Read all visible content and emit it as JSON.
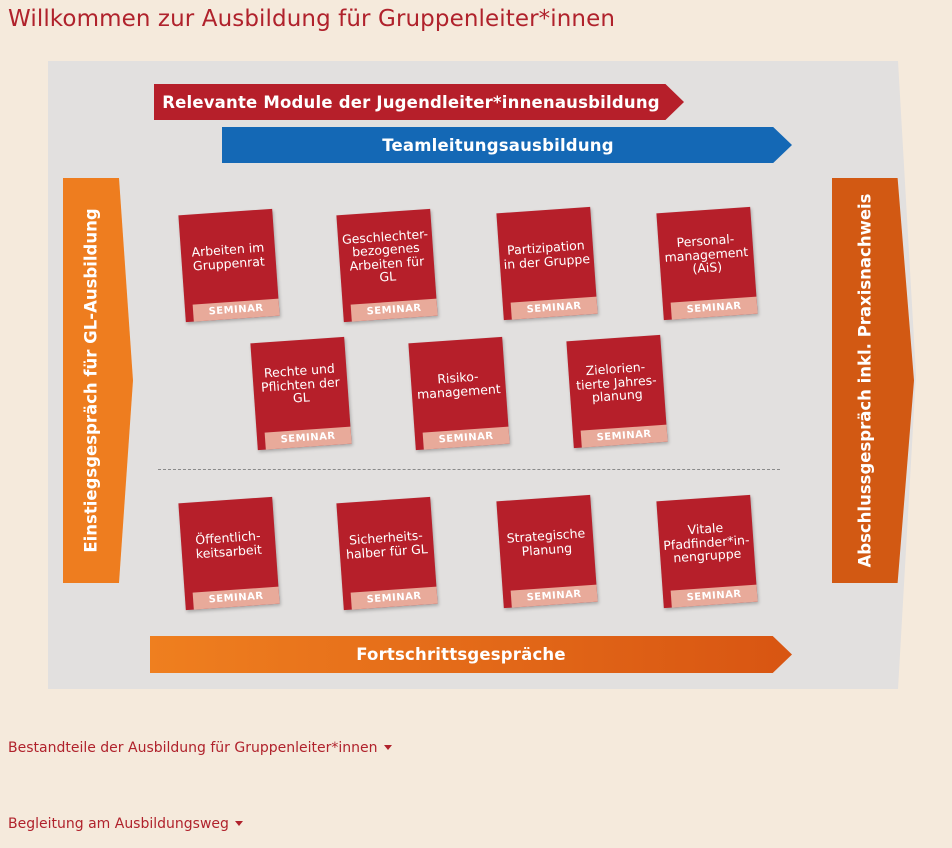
{
  "page": {
    "title": "Willkommen zur Ausbildung für Gruppenleiter*innen"
  },
  "diagram": {
    "bar_jugendleiter": "Relevante Module der Jugendleiter*innenausbildung",
    "bar_teamleitung": "Teamleitungsausbildung",
    "bar_einstieg": "Einstiegsgespräch für GL-Ausbildung",
    "bar_abschluss": "Abschlussgespräch inkl. Praxisnachweis",
    "bar_fortschritt": "Fortschrittsgespräche",
    "modules": [
      {
        "label": "Arbeiten im\nGruppenrat",
        "tag": "SEMINAR"
      },
      {
        "label": "Geschlechter-\nbezogenes\nArbeiten für\nGL",
        "tag": "SEMINAR"
      },
      {
        "label": "Partizipation\nin der Gruppe",
        "tag": "SEMINAR"
      },
      {
        "label": "Personal-\nmanagement\n(AiS)",
        "tag": "SEMINAR"
      },
      {
        "label": "Rechte und\nPflichten der\nGL",
        "tag": "SEMINAR"
      },
      {
        "label": "Risiko-\nmanagement",
        "tag": "SEMINAR"
      },
      {
        "label": "Zielorien-\ntierte Jahres-\nplanung",
        "tag": "SEMINAR"
      },
      {
        "label": "Öffentlich-\nkeitsarbeit",
        "tag": "SEMINAR"
      },
      {
        "label": "Sicherheits-\nhalber für GL",
        "tag": "SEMINAR"
      },
      {
        "label": "Strategische\nPlanung",
        "tag": "SEMINAR"
      },
      {
        "label": "Vitale\nPfadfinder*in-\nnengruppe",
        "tag": "SEMINAR"
      }
    ]
  },
  "accordion": [
    {
      "label": "Bestandteile der Ausbildung für Gruppenleiter*innen"
    },
    {
      "label": "Begleitung am Ausbildungsweg"
    }
  ]
}
